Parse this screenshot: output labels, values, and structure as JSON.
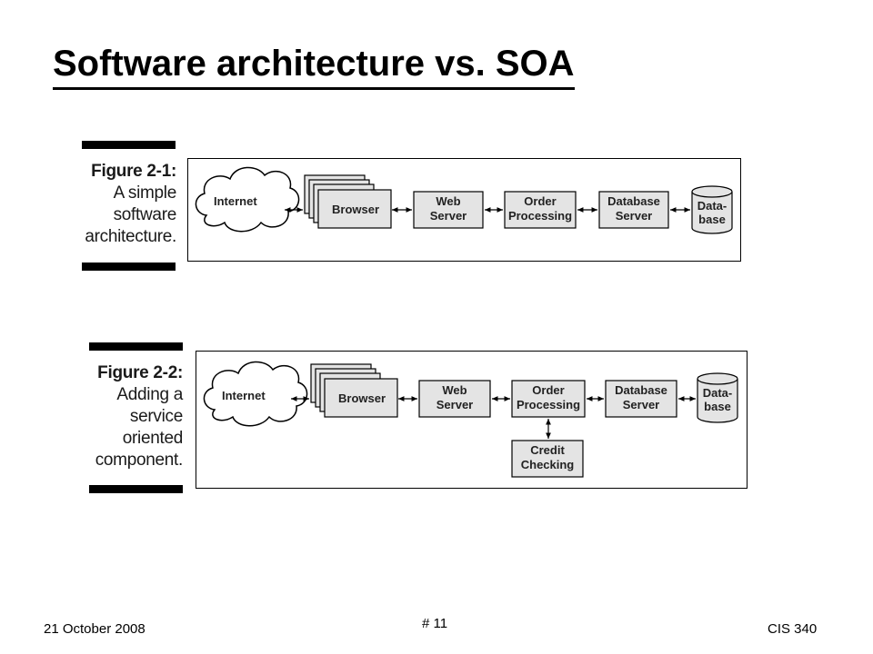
{
  "slide": {
    "title": "Software architecture vs. SOA"
  },
  "figure1": {
    "caption_head": "Figure 2-1:",
    "caption_lines": [
      "A simple",
      "software",
      "architecture."
    ],
    "nodes": {
      "internet": "Internet",
      "browser": "Browser",
      "web_server": [
        "Web",
        "Server"
      ],
      "order_processing": [
        "Order",
        "Processing"
      ],
      "database_server": [
        "Database",
        "Server"
      ],
      "database": [
        "Data-",
        "base"
      ]
    }
  },
  "figure2": {
    "caption_head": "Figure 2-2:",
    "caption_lines": [
      "Adding a",
      "service",
      "oriented",
      "component."
    ],
    "nodes": {
      "internet": "Internet",
      "browser": "Browser",
      "web_server": [
        "Web",
        "Server"
      ],
      "order_processing": [
        "Order",
        "Processing"
      ],
      "database_server": [
        "Database",
        "Server"
      ],
      "database": [
        "Data-",
        "base"
      ],
      "credit_checking": [
        "Credit",
        "Checking"
      ]
    }
  },
  "footer": {
    "date": "21 October 2008",
    "page_number": "# 11",
    "course": "CIS 340"
  },
  "colors": {
    "box_fill": "#e4e4e4",
    "stroke": "#000000",
    "background": "#ffffff"
  }
}
